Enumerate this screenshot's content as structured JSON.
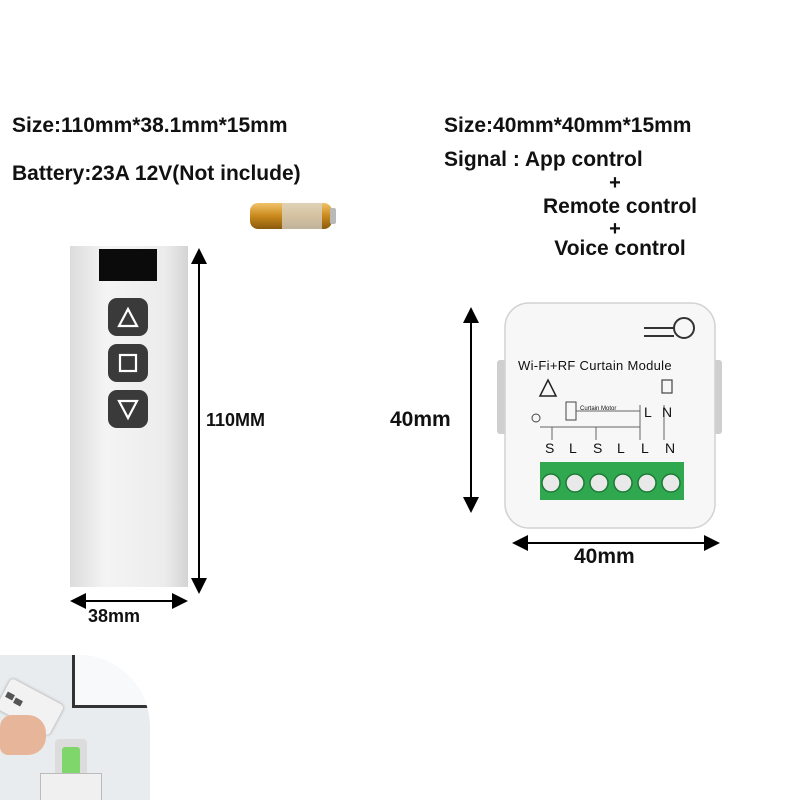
{
  "remote": {
    "size": "Size:110mm*38.1mm*15mm",
    "battery": "Battery:23A 12V(Not include)",
    "height_label": "110MM",
    "width_label": "38mm",
    "buttons": [
      "up-arrow-icon",
      "stop-square-icon",
      "down-arrow-icon"
    ]
  },
  "module": {
    "size": "Size:40mm*40mm*15mm",
    "signal_line1": "Signal : App control",
    "plus1": "+",
    "signal_line2": "Remote control",
    "plus2": "+",
    "signal_line3": "Voice control",
    "label": "Wi-Fi+RF Curtain Module",
    "motor_label": "Curtain Motor",
    "top_terminals": [
      "L",
      "N"
    ],
    "terminals": [
      "S",
      "L",
      "S",
      "L",
      "L",
      "N"
    ],
    "height_label": "40mm",
    "width_label": "40mm"
  },
  "colors": {
    "terminal_green": "#2fa84f",
    "remote_body": "#eeeeee",
    "button": "#3a3a3a"
  }
}
